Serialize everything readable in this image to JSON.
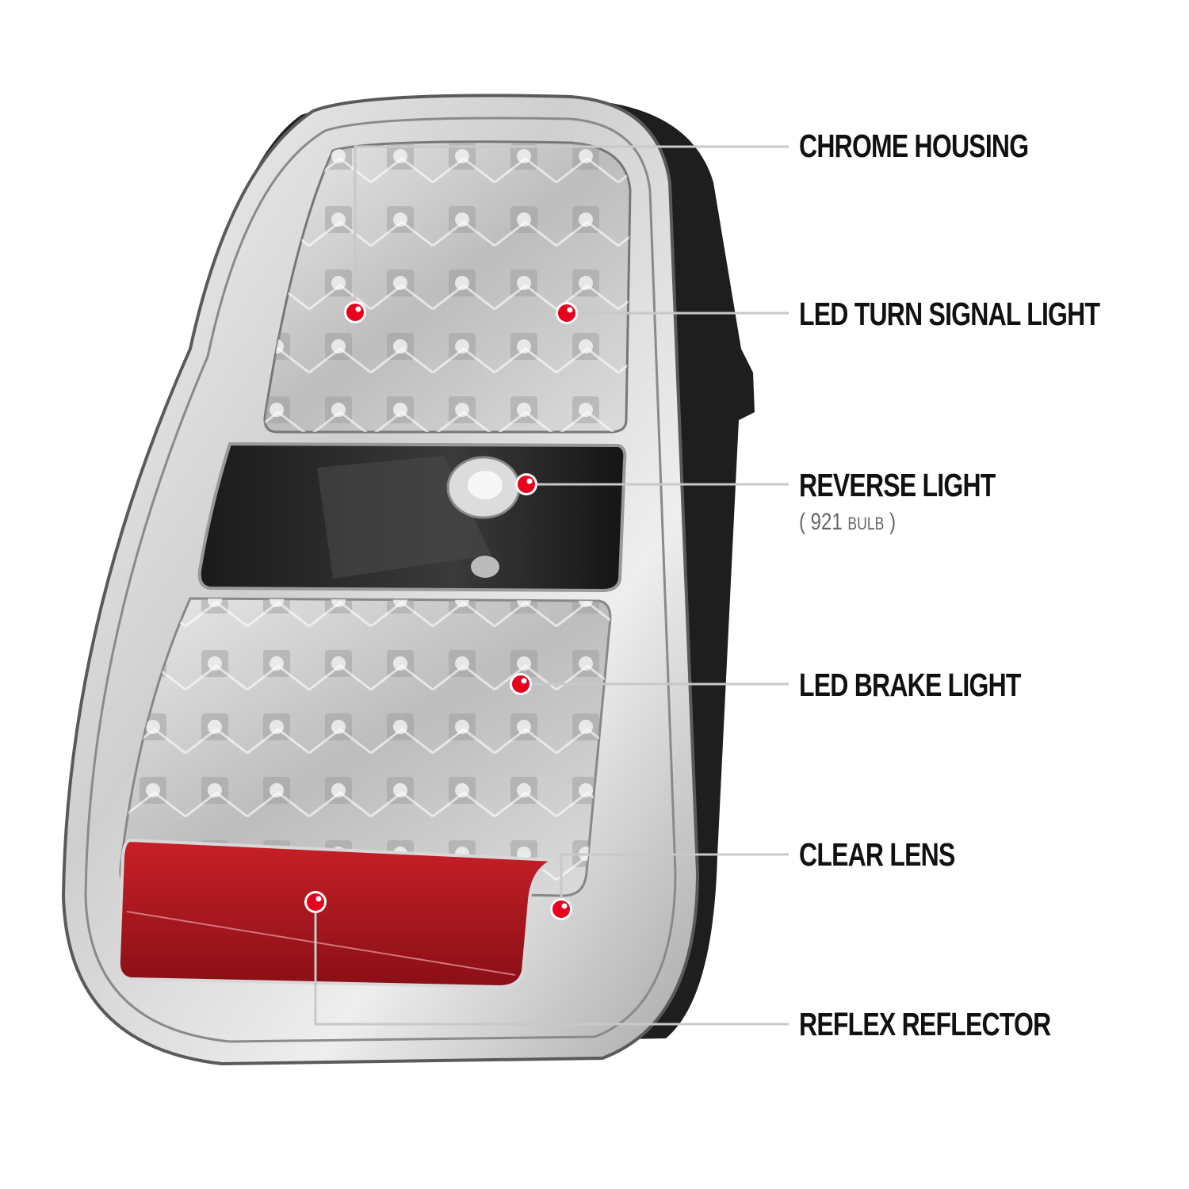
{
  "product": {
    "subject": "LED tail light assembly",
    "colors": {
      "background": "#ffffff",
      "callout_line": "#c8c8c8",
      "marker": "#e8001c",
      "reflector": "#b01822",
      "label_text": "#111111",
      "sublabel_text": "#666666"
    }
  },
  "callouts": [
    {
      "id": "chrome-housing",
      "label": "CHROME HOUSING"
    },
    {
      "id": "led-turn-signal",
      "label": "LED TURN SIGNAL LIGHT"
    },
    {
      "id": "reverse-light",
      "label": "REVERSE LIGHT",
      "sublabel_num": "921",
      "sublabel_unit": "BULB",
      "sublabel_open": "(",
      "sublabel_close": ")"
    },
    {
      "id": "led-brake-light",
      "label": "LED BRAKE LIGHT"
    },
    {
      "id": "clear-lens",
      "label": "CLEAR LENS"
    },
    {
      "id": "reflex-reflector",
      "label": "REFLEX REFLECTOR"
    }
  ]
}
